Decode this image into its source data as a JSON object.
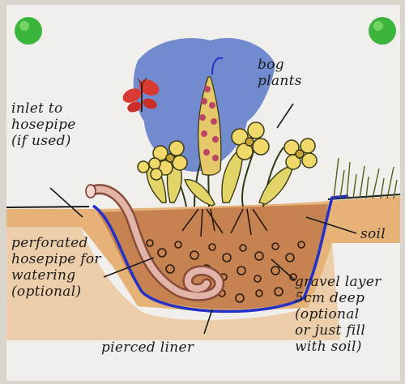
{
  "labels": {
    "bog_plants": "bog\nplants",
    "inlet": "inlet to\nhosepipe\n(if used)",
    "soil": "soil",
    "perforated_hosepipe": "perforated\nhosepipe for\nwatering\n(optional)",
    "gravel_layer": "gravel layer\n5cm deep\n(optional\nor just fill\nwith soil)",
    "pierced_liner": "pierced liner"
  },
  "colors": {
    "paper": "#f1efec",
    "sky": "#5c79c9",
    "soil_orange": "#e3a35a",
    "pit_brown": "#bf7a4a",
    "liner_blue": "#2431c9",
    "hose_pink": "#d9a79c",
    "flower_yellow": "#f0d96a",
    "spike_red": "#b94463",
    "pin_green": "#3bb53b",
    "butterfly_red": "#d83a31"
  },
  "icons": [
    "pushpin-icon",
    "butterfly-icon"
  ]
}
